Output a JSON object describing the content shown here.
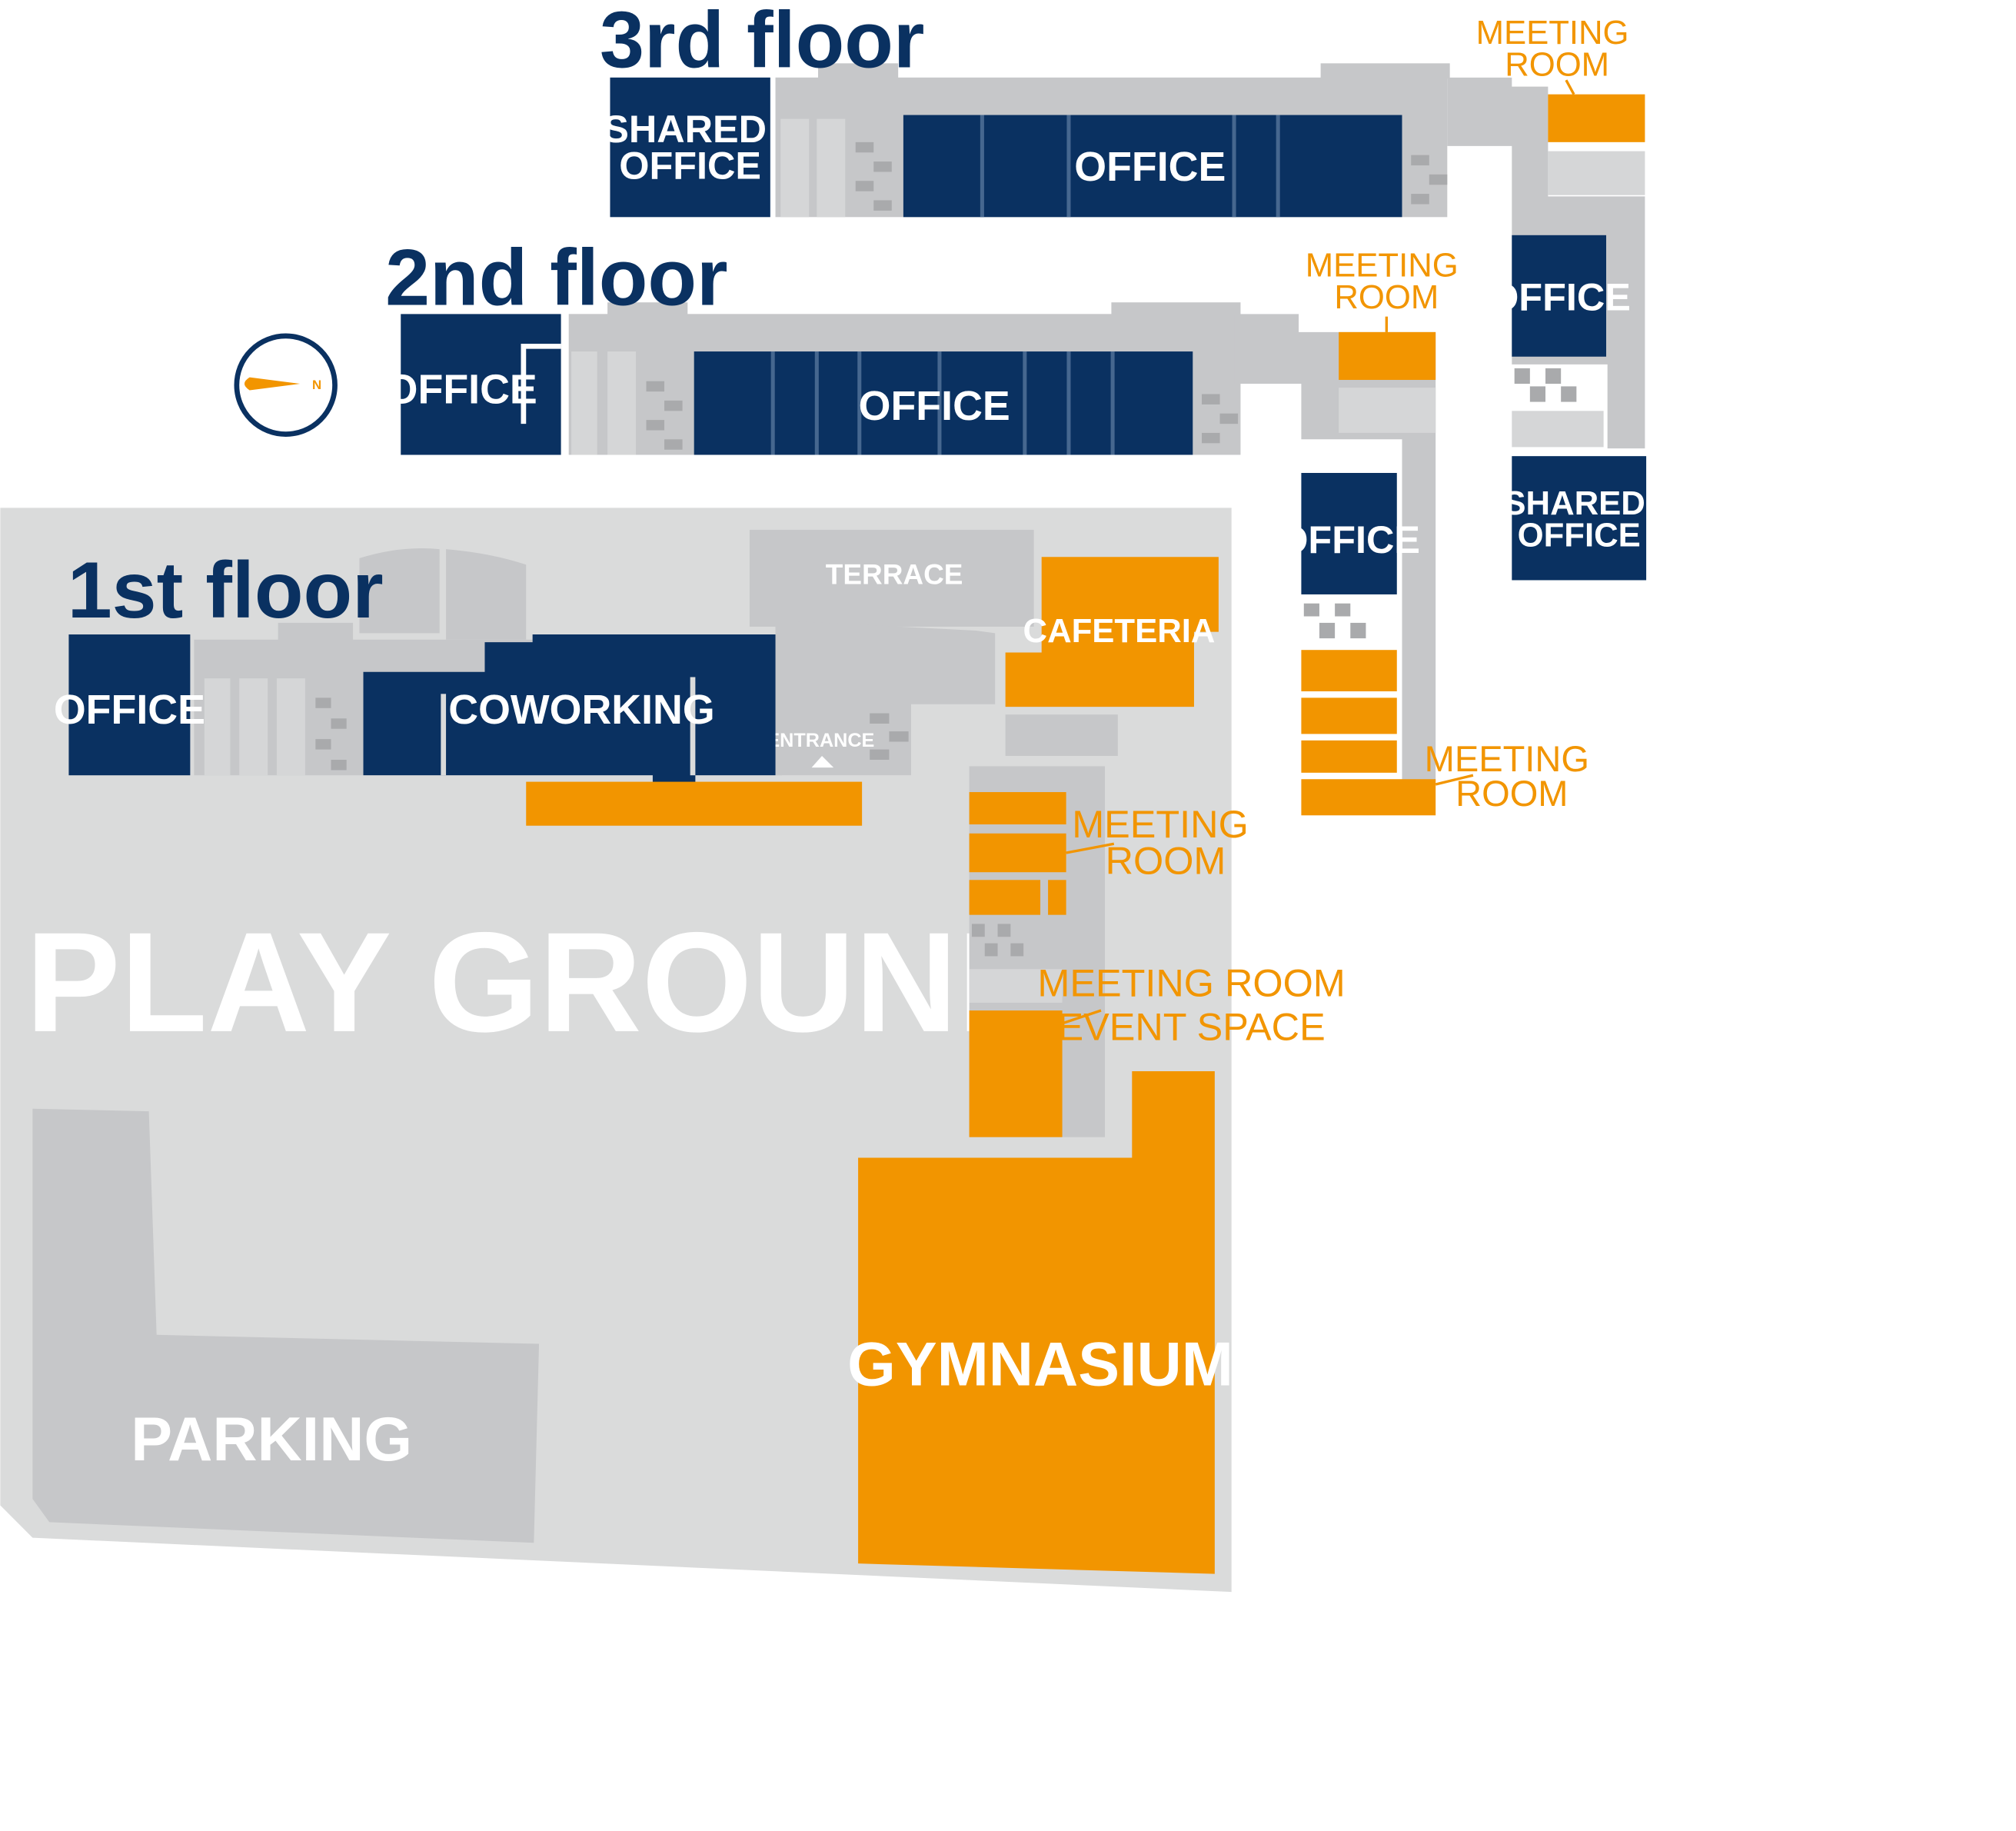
{
  "floors": {
    "third": {
      "title": "3rd floor",
      "rooms": {
        "shared_office_1": "SHARED OFFICE",
        "office_main": "OFFICE",
        "meeting_room": "MEETING ROOM",
        "office_side": "OFFICE",
        "shared_office_2": "SHARED OFFICE"
      }
    },
    "second": {
      "title": "2nd floor",
      "rooms": {
        "office_left": "OFFICE",
        "office_main": "OFFICE",
        "meeting_room_top": "MEETING ROOM",
        "office_side": "OFFICE",
        "meeting_room_bottom": "MEETING ROOM"
      }
    },
    "first": {
      "title": "1st floor",
      "rooms": {
        "office": "OFFICE",
        "coworking": "COWORKING",
        "terrace": "TERRACE",
        "cafeteria": "CAFETERIA",
        "entrance": "ENTRANCE",
        "meeting_room": "MEETING ROOM",
        "meeting_event": "MEETING ROOM",
        "event_space": "EVENT SPACE",
        "gymnasium": "GYMNASIUM",
        "playground": "PLAY GROUND",
        "parking": "PARKING"
      }
    }
  },
  "compass": {
    "label": "N",
    "icon": "compass-icon"
  },
  "colors": {
    "navy": "#0a3161",
    "orange": "#f29500",
    "corridor": "#c6c7c9",
    "ground": "#dadbdb"
  }
}
